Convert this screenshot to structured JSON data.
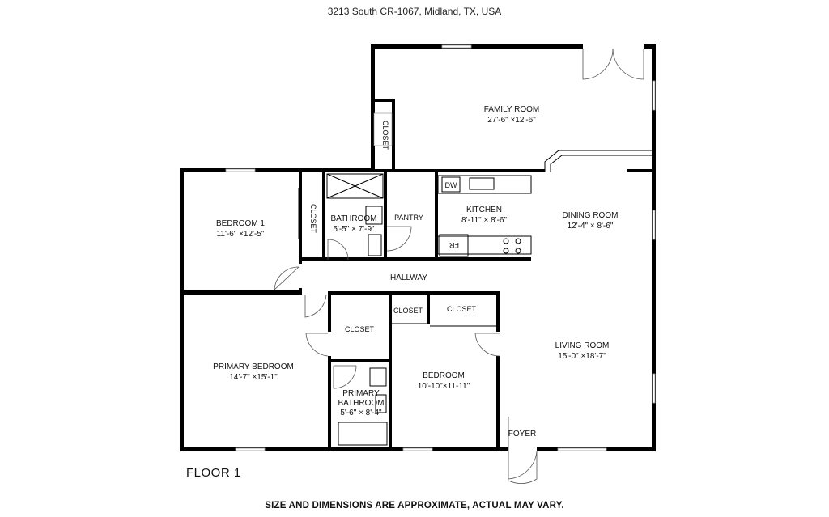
{
  "address": "3213 South CR-1067, Midland, TX, USA",
  "floor_label": "FLOOR 1",
  "disclaimer": "SIZE AND DIMENSIONS ARE APPROXIMATE, ACTUAL MAY VARY.",
  "rooms": {
    "family_room": {
      "name": "FAMILY ROOM",
      "dims": "27'-6\" ×12'-6\""
    },
    "bedroom1": {
      "name": "BEDROOM 1",
      "dims": "11'-6\" ×12'-5\""
    },
    "bathroom": {
      "name": "BATHROOM",
      "dims": "5'-5\"  × 7'-9\""
    },
    "pantry": {
      "name": "PANTRY"
    },
    "kitchen": {
      "name": "KITCHEN",
      "dims": "8'-11\" × 8'-6\""
    },
    "dining_room": {
      "name": "DINING ROOM",
      "dims": "12'-4\" × 8'-6\""
    },
    "hallway": {
      "name": "HALLWAY"
    },
    "primary_bedroom": {
      "name": "PRIMARY BEDROOM",
      "dims": "14'-7\" ×15'-1\""
    },
    "primary_bathroom": {
      "name_line1": "PRIMARY",
      "name_line2": "BATHROOM",
      "dims": "5'-6\"  × 8'-4\""
    },
    "bedroom": {
      "name": "BEDROOM",
      "dims": "10'-10\"×11-11\""
    },
    "living_room": {
      "name": "LIVING ROOM",
      "dims": "15'-0\" ×18'-7\""
    },
    "foyer": {
      "name": "FOYER"
    }
  },
  "closets": {
    "family": "CLOSET",
    "bedroom1": "CLOSET",
    "primary": "CLOSET",
    "bedroom_a": "CLOSET",
    "bedroom_b": "CLOSET"
  },
  "appliances": {
    "dishwasher": "DW",
    "fridge": "FR"
  }
}
